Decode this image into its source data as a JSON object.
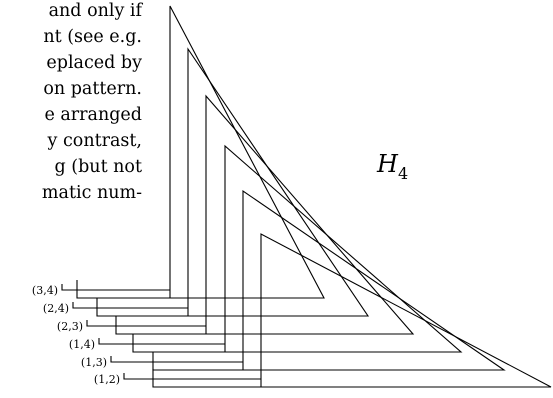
{
  "paragraph_fragment": [
    "and only if",
    "nt (see e.g.",
    "eplaced by",
    "on pattern.",
    "e arranged",
    "y contrast,",
    "g (but not",
    "matic num-"
  ],
  "diagram": {
    "graph_label": "H",
    "graph_label_subscript": "4",
    "pair_labels": [
      "(3,4)",
      "(2,4)",
      "(2,3)",
      "(1,4)",
      "(1,3)",
      "(1,2)"
    ],
    "line_color": "#000000"
  }
}
